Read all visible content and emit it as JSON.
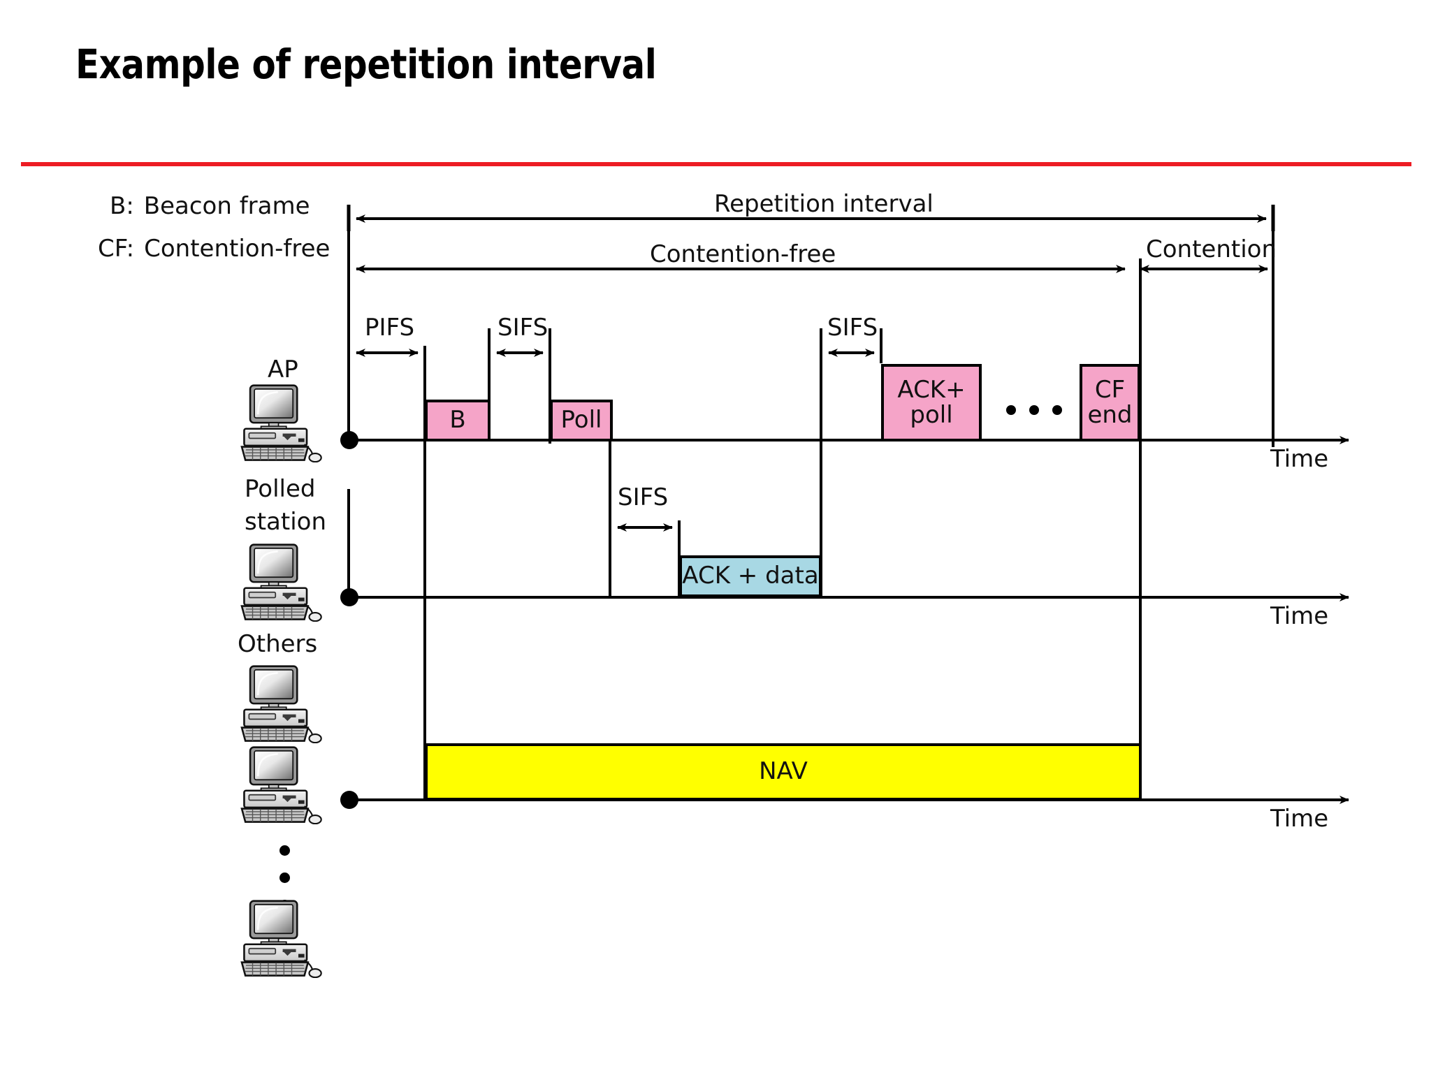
{
  "slide": {
    "title": "Example of repetition interval",
    "rule_color": "#ed1c24"
  },
  "legend": [
    {
      "key": "B:",
      "value": "Beacon frame"
    },
    {
      "key": "CF:",
      "value": "Contention-free"
    }
  ],
  "diagram": {
    "spans": [
      {
        "name": "repetition-interval",
        "label": "Repetition interval"
      },
      {
        "name": "contention-free",
        "label": "Contention-free"
      },
      {
        "name": "contention",
        "label": "Contention"
      }
    ],
    "ifs": [
      {
        "name": "pifs-ap",
        "label": "PIFS"
      },
      {
        "name": "sifs-ap-1",
        "label": "SIFS"
      },
      {
        "name": "sifs-ap-2",
        "label": "SIFS"
      },
      {
        "name": "sifs-polled",
        "label": "SIFS"
      }
    ],
    "rows": [
      {
        "name": "ap",
        "label": "AP",
        "label_lines": [
          "AP"
        ],
        "axis_label": "Time",
        "frames": [
          {
            "name": "frame-beacon",
            "lines": [
              "B"
            ],
            "color": "#f5a4c8"
          },
          {
            "name": "frame-poll",
            "lines": [
              "Poll"
            ],
            "color": "#f5a4c8"
          },
          {
            "name": "frame-ack-poll",
            "lines": [
              "ACK+",
              "poll"
            ],
            "color": "#f5a4c8"
          },
          {
            "name": "frame-cf-end",
            "lines": [
              "CF",
              "end"
            ],
            "color": "#f5a4c8"
          }
        ]
      },
      {
        "name": "polled-station",
        "label": "Polled station",
        "label_lines": [
          "Polled",
          "station"
        ],
        "axis_label": "Time",
        "frames": [
          {
            "name": "frame-ack-data",
            "lines": [
              "ACK + data"
            ],
            "color": "#a8d8e4"
          }
        ]
      },
      {
        "name": "others",
        "label": "Others",
        "label_lines": [
          "Others"
        ],
        "axis_label": "Time",
        "frames": [
          {
            "name": "frame-nav",
            "lines": [
              "NAV"
            ],
            "color": "#ffff00"
          }
        ]
      }
    ],
    "colors": {
      "pink": "#f5a4c8",
      "blue": "#a8d8e4",
      "yellow": "#ffff00",
      "stroke": "#000000"
    }
  }
}
